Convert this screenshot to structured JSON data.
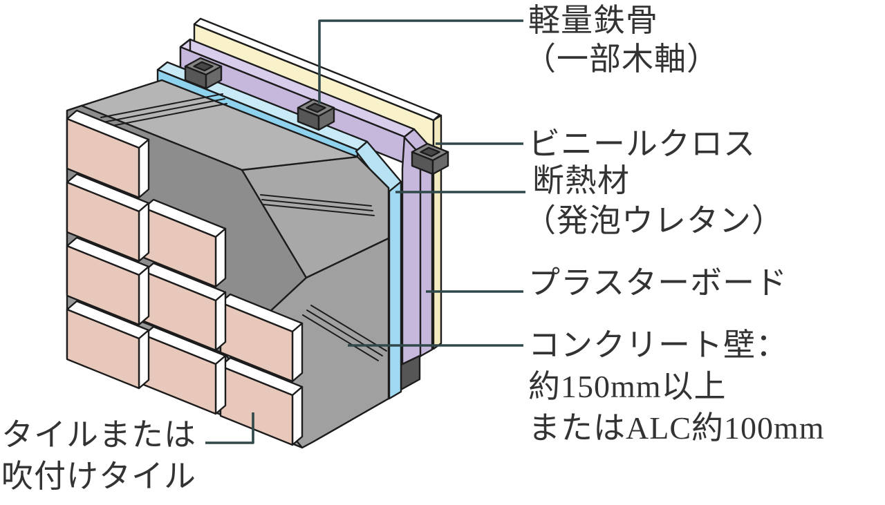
{
  "diagram": {
    "labels": {
      "steel_frame_line1": "軽量鉄骨",
      "steel_frame_line2": "（一部木軸）",
      "vinyl_cloth": "ビニールクロス",
      "insulation_line1": "断熱材",
      "insulation_line2": "（発泡ウレタン）",
      "plasterboard": "プラスターボード",
      "concrete_line1": "コンクリート壁：",
      "concrete_line2": "約150mm以上",
      "concrete_line3": "またはALC約100mm",
      "tile_line1": "タイルまたは",
      "tile_line2": "吹付けタイル"
    },
    "colors": {
      "background": "#ffffff",
      "outline": "#1c1c1c",
      "text": "#333333",
      "leader_line": "#31484a",
      "tile_face": "#e7c8ba",
      "tile_edge": "#ffffff",
      "concrete_base": "#9a9a9a",
      "concrete_top": "#b5b5b5",
      "concrete_cut": "#a8a8a8",
      "concrete_front": "#8d8d8d",
      "concrete_lower": "#a0a0a0",
      "insulation_blue": "#8fd2ee",
      "insulation_blue_light": "#c8eaf7",
      "insulation_blue_chamfer": "#b7e2f4",
      "insulation_blue_strip": "#a2d9f2",
      "plasterboard_purple": "#c6b7dc",
      "plasterboard_purple_light": "#d8cdea",
      "plasterboard_purple_end": "#ddd3ec",
      "vinyl_cream": "#f8f1ca",
      "vinyl_cream_end": "#f3ebbf",
      "stud_top": "#848484",
      "stud_dark": "#474747",
      "stud_front": "#575757",
      "stud_right": "#6a6a6a",
      "stud_cavity": "#565656"
    }
  }
}
